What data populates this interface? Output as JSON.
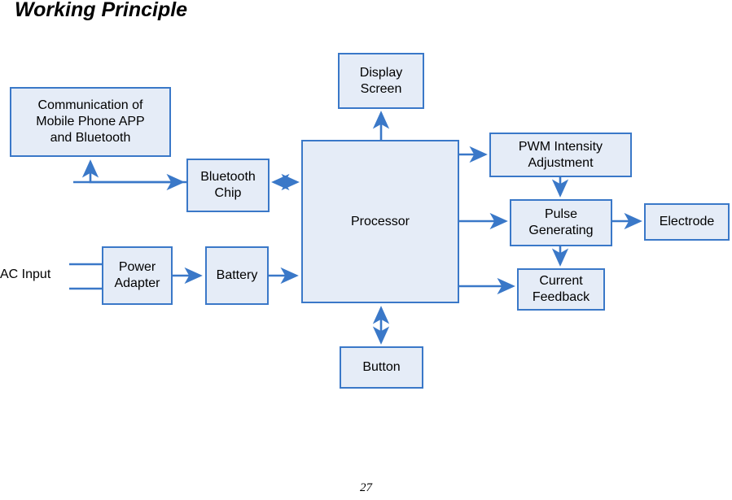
{
  "page": {
    "title": "Working Principle",
    "page_number": "27"
  },
  "colors": {
    "node_fill": "#e5ecf7",
    "node_border": "#3a78c8",
    "edge": "#3a78c8",
    "text": "#000000",
    "background": "#ffffff"
  },
  "diagram": {
    "type": "block-diagram",
    "nodes": [
      {
        "id": "communication",
        "label": "Communication of\nMobile Phone APP\nand Bluetooth"
      },
      {
        "id": "display",
        "label": "Display\nScreen"
      },
      {
        "id": "bluetooth",
        "label": "Bluetooth\nChip"
      },
      {
        "id": "processor",
        "label": "Processor"
      },
      {
        "id": "pwm",
        "label": "PWM Intensity\nAdjustment"
      },
      {
        "id": "pulse",
        "label": "Pulse\nGenerating"
      },
      {
        "id": "electrode",
        "label": "Electrode"
      },
      {
        "id": "current",
        "label": "Current\nFeedback"
      },
      {
        "id": "poweradapter",
        "label": "Power\nAdapter"
      },
      {
        "id": "battery",
        "label": "Battery"
      },
      {
        "id": "button",
        "label": "Button"
      }
    ],
    "free_labels": [
      {
        "id": "ac-input",
        "label": "AC Input"
      }
    ],
    "edges": [
      {
        "from": "ac-input",
        "to": "poweradapter",
        "arrows": "none"
      },
      {
        "from": "poweradapter",
        "to": "battery",
        "arrows": "forward"
      },
      {
        "from": "battery",
        "to": "processor",
        "arrows": "forward"
      },
      {
        "from": "bluetooth",
        "to": "communication",
        "arrows": "forward"
      },
      {
        "from": "communication",
        "to": "bluetooth",
        "arrows": "forward"
      },
      {
        "from": "bluetooth",
        "to": "processor",
        "arrows": "both"
      },
      {
        "from": "processor",
        "to": "display",
        "arrows": "forward"
      },
      {
        "from": "processor",
        "to": "pwm",
        "arrows": "forward"
      },
      {
        "from": "processor",
        "to": "pulse",
        "arrows": "forward"
      },
      {
        "from": "processor",
        "to": "current",
        "arrows": "forward"
      },
      {
        "from": "pwm",
        "to": "pulse",
        "arrows": "forward"
      },
      {
        "from": "pulse",
        "to": "electrode",
        "arrows": "forward"
      },
      {
        "from": "pulse",
        "to": "current",
        "arrows": "forward"
      },
      {
        "from": "button",
        "to": "processor",
        "arrows": "both"
      }
    ]
  }
}
